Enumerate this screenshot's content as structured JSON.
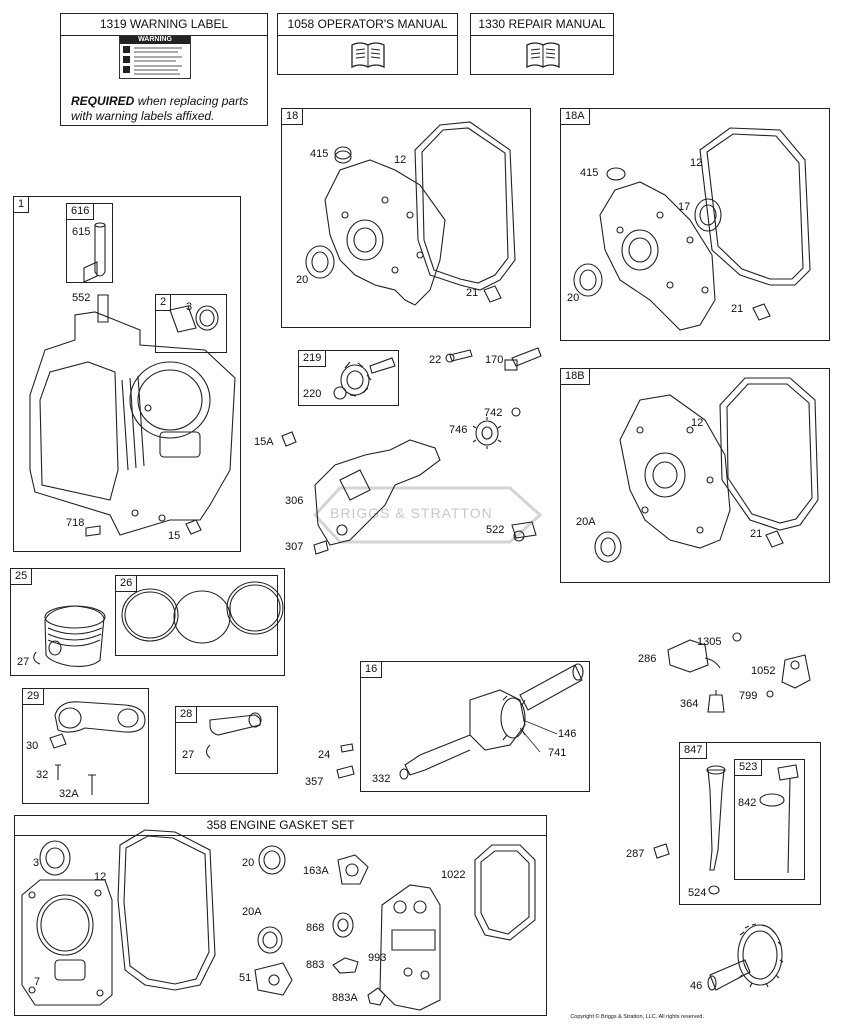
{
  "header_boxes": {
    "warning": {
      "number": "1319",
      "title": "WARNING LABEL",
      "label_heading": "WARNING",
      "required_word": "REQUIRED",
      "required_rest": "when replacing parts",
      "required_line2": "with warning labels affixed."
    },
    "operator": {
      "number": "1058",
      "title": "OPERATOR'S MANUAL"
    },
    "repair": {
      "number": "1330",
      "title": "REPAIR MANUAL"
    }
  },
  "groups": [
    {
      "id": "1",
      "tag": "1"
    },
    {
      "id": "616",
      "tag": "616"
    },
    {
      "id": "2",
      "tag": "2"
    },
    {
      "id": "18",
      "tag": "18"
    },
    {
      "id": "18A",
      "tag": "18A"
    },
    {
      "id": "18B",
      "tag": "18B"
    },
    {
      "id": "219",
      "tag": "219"
    },
    {
      "id": "25",
      "tag": "25"
    },
    {
      "id": "26",
      "tag": "26"
    },
    {
      "id": "29",
      "tag": "29"
    },
    {
      "id": "28",
      "tag": "28"
    },
    {
      "id": "16",
      "tag": "16"
    },
    {
      "id": "847",
      "tag": "847"
    },
    {
      "id": "523",
      "tag": "523"
    }
  ],
  "gasket_set": {
    "title": "358 ENGINE GASKET SET"
  },
  "parts": {
    "p615": "615",
    "p552": "552",
    "p3a": "3",
    "p718": "718",
    "p15": "15",
    "p415a": "415",
    "p12a": "12",
    "p20a": "20",
    "p21a": "21",
    "p415b": "415",
    "p12b": "12",
    "p17": "17",
    "p20b": "20",
    "p21b": "21",
    "p22": "22",
    "p170": "170",
    "p220": "220",
    "p15A": "15A",
    "p742": "742",
    "p746": "746",
    "p306": "306",
    "p307": "307",
    "p522": "522",
    "p12c": "12",
    "p20A": "20A",
    "p21c": "21",
    "p27a": "27",
    "p30": "30",
    "p32": "32",
    "p32A": "32A",
    "p27b": "27",
    "p24": "24",
    "p357": "357",
    "p332": "332",
    "p146": "146",
    "p741": "741",
    "p286": "286",
    "p1305": "1305",
    "p1052": "1052",
    "p364": "364",
    "p799": "799",
    "p842": "842",
    "p287": "287",
    "p524": "524",
    "p46": "46",
    "g3": "3",
    "g12": "12",
    "g7": "7",
    "g20": "20",
    "g163A": "163A",
    "g20A": "20A",
    "g868": "868",
    "g883": "883",
    "g883A": "883A",
    "g51": "51",
    "g993": "993",
    "g1022": "1022"
  },
  "watermark": "BRIGGS & STRATTON",
  "copyright": "Copyright © Briggs & Stratton, LLC. All rights reserved."
}
